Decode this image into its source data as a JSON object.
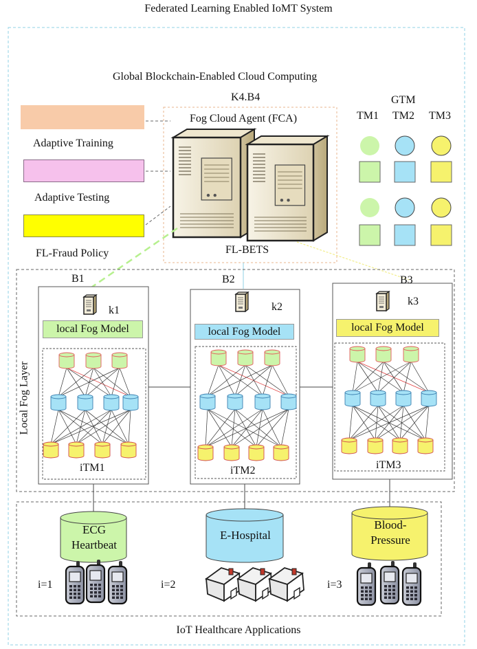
{
  "title": "Federated Learning Enabled IoMT System",
  "cloud": {
    "title": "Global Blockchain-Enabled Cloud Computing",
    "server_id": "K4.B4",
    "fca_label": "Fog Cloud Agent (FCA)",
    "server_label": "FL-BETS",
    "policies": [
      {
        "label": "Adaptive Training",
        "color": "#f8cba9"
      },
      {
        "label": "Adaptive Testing",
        "color": "#f6c1ec"
      },
      {
        "label": "FL-Fraud Policy",
        "color": "#ffff00"
      }
    ],
    "gtm": {
      "title": "GTM",
      "columns": [
        {
          "label": "TM1",
          "color": "#ccf5aa"
        },
        {
          "label": "TM2",
          "color": "#a6e2f6"
        },
        {
          "label": "TM3",
          "color": "#f6f26d"
        }
      ]
    }
  },
  "fog_layer": {
    "label": "Local Fog Layer",
    "nodes": [
      {
        "block": "B1",
        "key": "k1",
        "model_label": "local Fog Model",
        "model_color": "#ccf5aa",
        "network": "iTM1"
      },
      {
        "block": "B2",
        "key": "k2",
        "model_label": "local Fog Model",
        "model_color": "#a6e2f6",
        "network": "iTM2"
      },
      {
        "block": "B3",
        "key": "k3",
        "model_label": "local Fog Model",
        "model_color": "#f6f26d",
        "network": "iTM3"
      }
    ]
  },
  "applications": {
    "title": "IoT Healthcare Applications",
    "items": [
      {
        "index": "i=1",
        "db_line1": "ECG",
        "db_line2": "Heartbeat",
        "color": "#ccf5aa",
        "devices": "phones"
      },
      {
        "index": "i=2",
        "db_line1": "E-Hospital",
        "db_line2": "",
        "color": "#a6e2f6",
        "devices": "houses"
      },
      {
        "index": "i=3",
        "db_line1": "Blood-",
        "db_line2": "Pressure",
        "color": "#f6f26d",
        "devices": "phones"
      }
    ]
  },
  "colors": {
    "border": "#8fd0e6",
    "dashed": "#666666",
    "input_node": "#ccf5aa",
    "hidden_node": "#a6e2f6",
    "output_node": "#f6f26d"
  }
}
